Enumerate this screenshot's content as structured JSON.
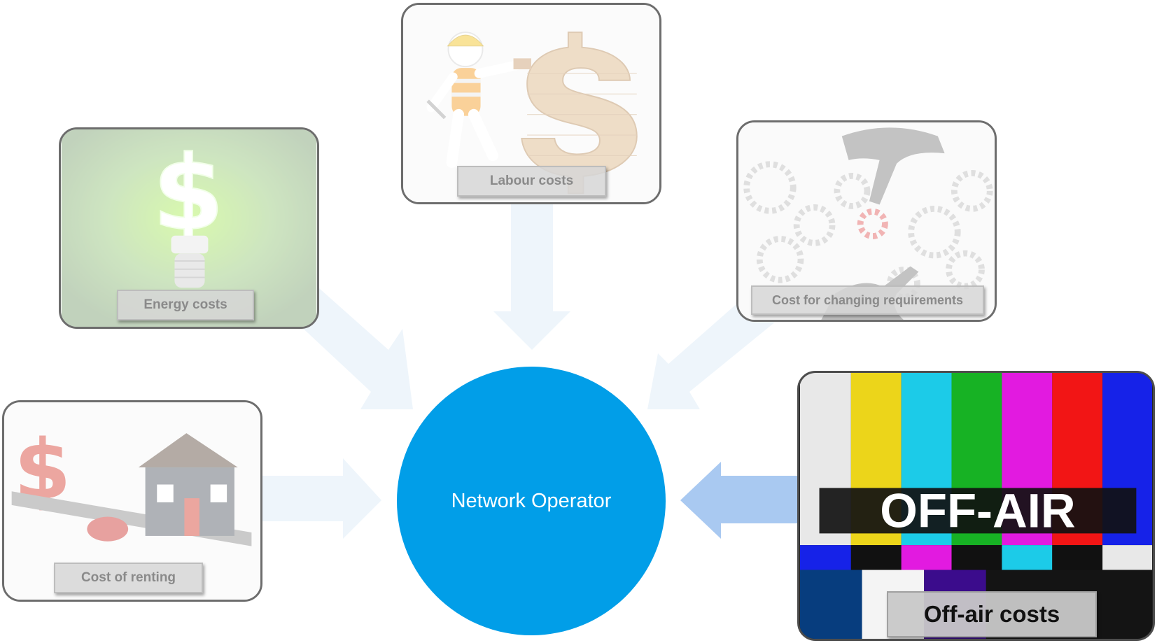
{
  "center": {
    "label": "Network Operator",
    "color": "#019ee8"
  },
  "cards": {
    "labour": {
      "label": "Labour costs",
      "icon": "labour-worker-dollar-icon",
      "highlighted": false
    },
    "energy": {
      "label": "Energy costs",
      "icon": "energy-bulb-dollar-icon",
      "highlighted": false
    },
    "requirements": {
      "label": "Cost for changing requirements",
      "icon": "gears-hands-icon",
      "highlighted": false
    },
    "renting": {
      "label": "Cost of renting",
      "icon": "house-seesaw-dollar-icon",
      "highlighted": false
    },
    "offair": {
      "label": "Off-air costs",
      "icon": "test-pattern-offair-icon",
      "highlighted": true,
      "sign_text": "OFF-AIR"
    }
  },
  "colors": {
    "faded_arrow": "#eef5fb",
    "active_arrow": "#a9c9f1",
    "card_border": "#6d6d6d"
  }
}
